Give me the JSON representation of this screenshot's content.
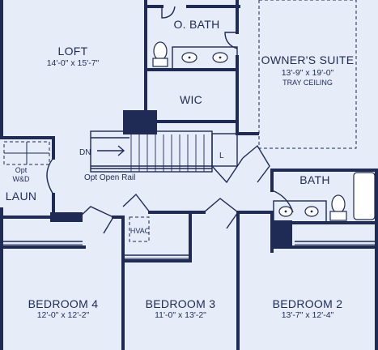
{
  "plan": {
    "rooms": {
      "loft": {
        "name": "LOFT",
        "dims": "14'-0\" x 15'-7\""
      },
      "owners_bath": {
        "name": "O. BATH"
      },
      "wic": {
        "name": "WIC"
      },
      "owners_suite": {
        "name": "OWNER'S SUITE",
        "dims": "13'-9\" x 19'-0\"",
        "note": "TRAY CEILING"
      },
      "laundry": {
        "name": "LAUN",
        "opt_label_line1": "Opt",
        "opt_label_line2": "W&D"
      },
      "bath": {
        "name": "BATH"
      },
      "hvac": {
        "name": "HVAC"
      },
      "bedroom4": {
        "name": "BEDROOM 4",
        "dims": "12'-0\" x 12'-2\""
      },
      "bedroom3": {
        "name": "BEDROOM 3",
        "dims": "11'-0\" x 13'-2\""
      },
      "bedroom2": {
        "name": "BEDROOM 2",
        "dims": "13'-7\" x 12'-4\""
      }
    },
    "stairs": {
      "direction_label": "DN",
      "rail_label": "Opt Open Rail"
    },
    "linen_label": "L"
  }
}
